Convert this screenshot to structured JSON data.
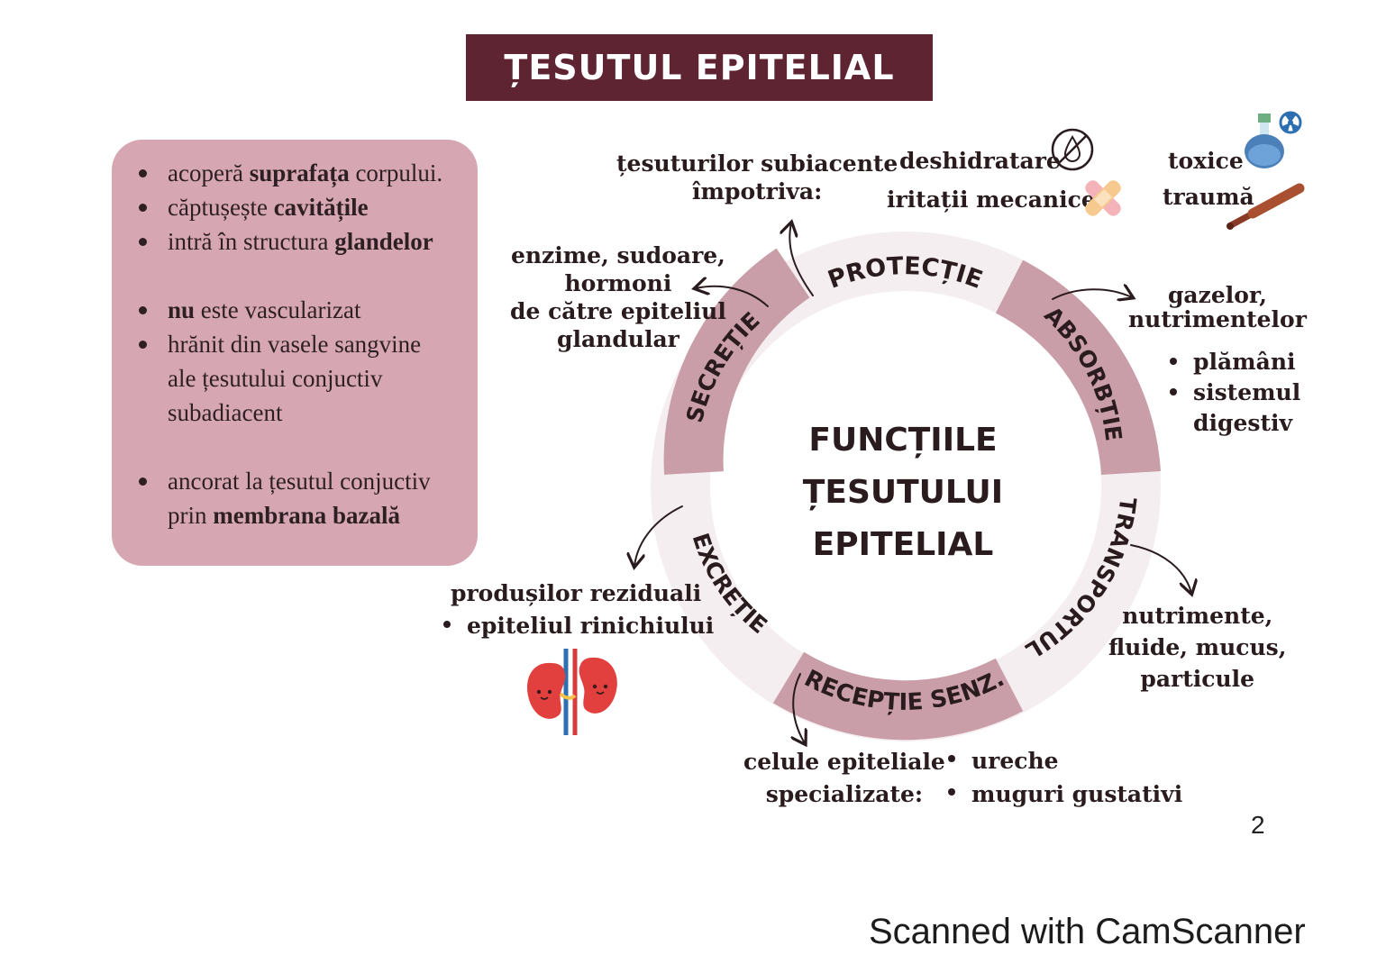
{
  "title": "ȚESUTUL EPITELIAL",
  "info": {
    "item1": {
      "pre": "acoperă ",
      "bold": "suprafața",
      "post": " corpului."
    },
    "item2": {
      "pre": "căptușește ",
      "bold": "cavitățile",
      "post": ""
    },
    "item3": {
      "pre": "intră în structura ",
      "bold": "glandelor",
      "post": ""
    },
    "item4": {
      "pre": "",
      "bold": "nu",
      "post": " este vascularizat"
    },
    "item5": [
      "hrănit din vasele sangvine",
      "ale țesutului conjuctiv",
      "subadiacent"
    ],
    "item6": {
      "line1": "ancorat la țesutul conjuctiv",
      "pre": "prin ",
      "bold": "membrana bazală",
      "post": ""
    }
  },
  "center": {
    "line1": "FUNCȚIILE",
    "line2": "ȚESUTULUI",
    "line3": "EPITELIAL"
  },
  "segments": {
    "protectie": "PROTECȚIE",
    "absorbtie": "ABSORBȚIE",
    "transportul": "TRANSPORTUL",
    "receptie": "RECEPȚIE SENZ.",
    "excretie": "EXCREȚIE",
    "secretie": "SECREȚIE"
  },
  "protectie": {
    "line1": "țesuturilor subiacente",
    "line2": "împotriva:",
    "items": [
      "deshidratare",
      "iritații mecanice",
      "toxice",
      "traumă"
    ]
  },
  "secretie": {
    "lines": [
      "enzime, sudoare,",
      "hormoni",
      "de către epiteliul",
      "glandular"
    ]
  },
  "absorbtie": {
    "lines": [
      "gazelor,",
      "nutrimentelor"
    ],
    "items": [
      "plămâni",
      "sistemul",
      "digestiv"
    ]
  },
  "transportul": {
    "lines": [
      "nutrimente,",
      "fluide, mucus,",
      "particule"
    ]
  },
  "receptie": {
    "lines": [
      "celule epiteliale",
      "specializate:"
    ],
    "items": [
      "ureche",
      "muguri gustativi"
    ]
  },
  "excretie": {
    "line1": "produșilor reziduali",
    "items": [
      "epiteliul rinichiului"
    ]
  },
  "page_number": "2",
  "watermark": "Scanned with CamScanner",
  "colors": {
    "title_bg": "#5e2431",
    "box_bg": "#d6a7b3",
    "ring": "#c99ea8",
    "text": "#2a1c1e"
  },
  "icons": [
    "no-water-icon",
    "bandage-icon",
    "toxic-flask-icon",
    "baseball-bat-icon",
    "kidneys-icon"
  ]
}
